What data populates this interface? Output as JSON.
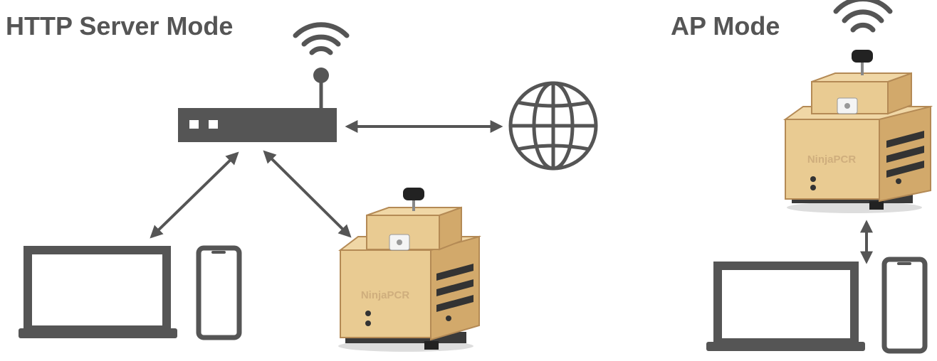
{
  "sections": {
    "http_title": "HTTP Server Mode",
    "ap_title": "AP Mode"
  },
  "device_label": "NinjaPCR",
  "colors": {
    "icon": "#555555",
    "title": "#555555",
    "wood": "#e2c08a",
    "wood_dark": "#b48a55",
    "background": "#ffffff"
  },
  "icons": [
    "wifi-icon",
    "router-icon",
    "globe-icon",
    "laptop-icon",
    "smartphone-icon",
    "pcr-device",
    "bidirectional-arrow"
  ]
}
